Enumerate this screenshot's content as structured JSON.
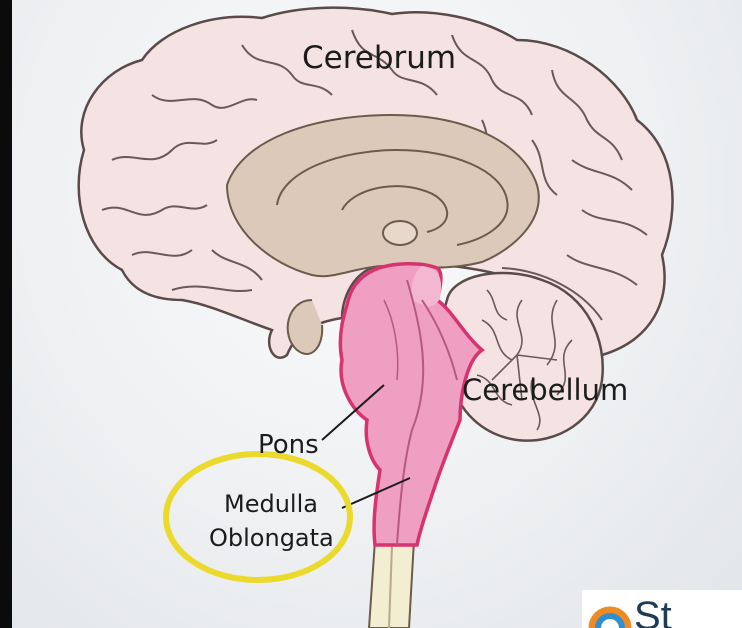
{
  "labels": {
    "cerebrum": "Cerebrum",
    "cerebellum": "Cerebellum",
    "pons": "Pons",
    "medulla_line1": "Medulla",
    "medulla_line2": "Oblongata"
  },
  "logo": {
    "text": "St",
    "icon": "study-logo-icon"
  },
  "colors": {
    "brain_fill": "#f5e3e3",
    "brain_stroke": "#5a4a4a",
    "inner_fill": "#dcc9b9",
    "brainstem_fill": "#ef9fc1",
    "brainstem_stroke": "#d6336f",
    "highlight_ring": "#ebd92c",
    "spinal_cord": "#f3edd2"
  }
}
